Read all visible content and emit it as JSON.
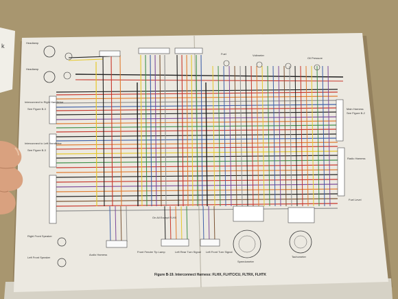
{
  "photo": {
    "subject": "wiring-diagram-printout",
    "colors": {
      "table": "#a8966f",
      "page": "#ece9e1",
      "black_wire": "#1e1e1e",
      "red_wire": "#c8352a",
      "orange_wire": "#e07a2e",
      "yellow_wire": "#e6c82a",
      "green_wire": "#3f8f4a",
      "blue_wire": "#3e5fa8",
      "violet_wire": "#7a4a9a",
      "brown_wire": "#7a5232",
      "gray_wire": "#8e8e8e",
      "hand": "#d9a17f"
    }
  },
  "diagram": {
    "caption": "Figure B-19. Interconnect Harness: FLHX, FLHTC/CU, FLTRX, FLHTK",
    "left_labels": [
      "Headlamp",
      "Headlamp",
      "Interconnect to Right Handlebar",
      "See Figure B-3",
      "Interconnect to Left Handlebar",
      "See Figure B-3",
      "Right Front Speaker",
      "Left Front Speaker"
    ],
    "bottom_labels": [
      "Audio Harness",
      "Front Fender Tip Lamp",
      "Left Rear Turn Signal",
      "Left Front Turn Signal",
      "On All Except FLHX",
      "Speedometer",
      "Tachometer"
    ],
    "top_labels": [
      "Fuel",
      "Voltmeter",
      "Oil Pressure"
    ],
    "right_labels": [
      "Main Harness",
      "See Figure B-2",
      "Radio Harness",
      "Fuel Level"
    ]
  }
}
